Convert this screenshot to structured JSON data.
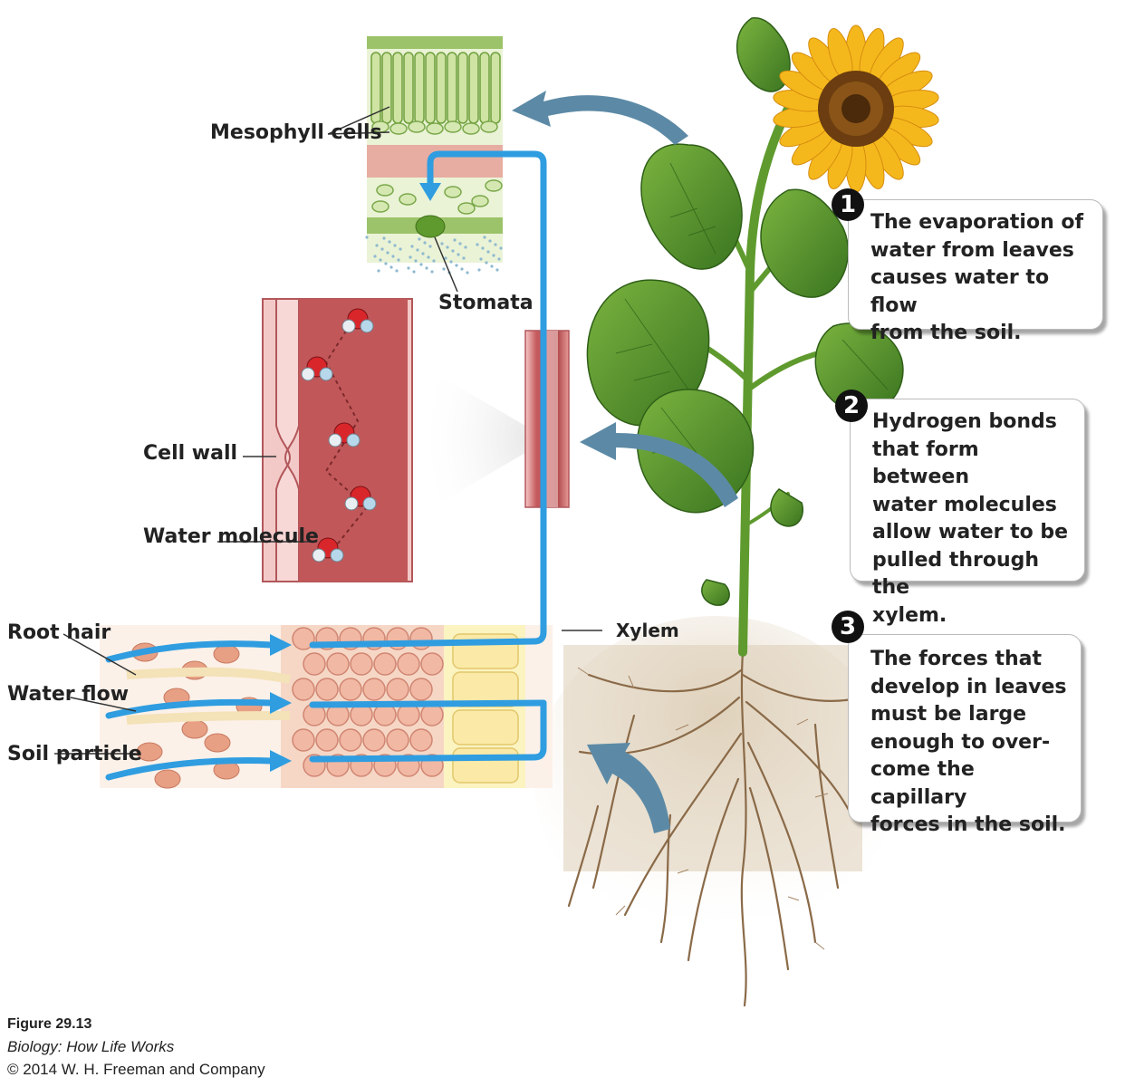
{
  "labels": {
    "mesophyll": "Mesophyll\ncells",
    "stomata": "Stomata",
    "cell_wall": "Cell wall",
    "water_molecule": "Water\nmolecule",
    "root_hair": "Root\nhair",
    "water_flow": "Water\nflow",
    "soil_particle": "Soil\nparticle",
    "xylem": "Xylem"
  },
  "steps": [
    {
      "number": "1",
      "text": "The evaporation of\nwater from leaves\ncauses water to flow\nfrom the soil."
    },
    {
      "number": "2",
      "text": "Hydrogen bonds\nthat form between\nwater molecules\nallow water to be\npulled through the\nxylem."
    },
    {
      "number": "3",
      "text": "The forces that\ndevelop in leaves\nmust be large\nenough to over-\ncome the capillary\nforces in the soil."
    }
  ],
  "caption": {
    "figure": "Figure 29.13",
    "book": "Biology: How Life Works",
    "copyright": "© 2014 W. H. Freeman and Company"
  },
  "colors": {
    "flow_arrow": "#2f9de0",
    "pointer_arrow": "#5c8aa6",
    "leaf": "#4f8d2a",
    "petal": "#f5b81c",
    "soil": "#d9c9b0",
    "xylem_tissue": "#c85a5e"
  }
}
